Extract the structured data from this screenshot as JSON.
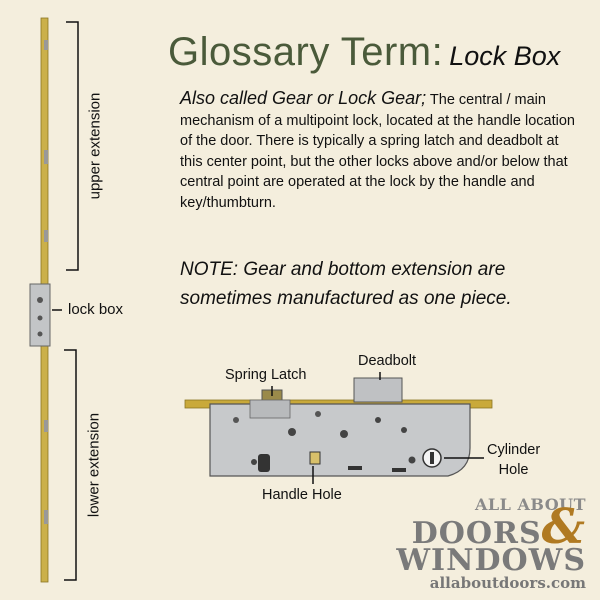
{
  "title": {
    "lead": "Glossary Term:",
    "term": "Lock Box"
  },
  "description": {
    "alt_names": "Also called Gear or Lock Gear;",
    "body": "The central / main mechanism of a multipoint lock, located at the handle location of the door. There is typically a spring latch and deadbolt at this center point, but the other locks above and/or below that central point are operated at the lock by the handle and key/thumbturn."
  },
  "note": "NOTE: Gear and bottom extension are sometimes manufactured as one piece.",
  "strip_labels": {
    "upper": "upper extension",
    "lockbox": "lock box",
    "lower": "lower extension"
  },
  "mechanism_labels": {
    "spring_latch": "Spring Latch",
    "deadbolt": "Deadbolt",
    "cylinder_line1": "Cylinder",
    "cylinder_line2": "Hole",
    "handle_hole": "Handle Hole"
  },
  "brand": {
    "line1": "ALL ABOUT",
    "doors": "DOORS",
    "amp": "&",
    "windows": "WINDOWS",
    "url": "allaboutdoors.com"
  },
  "colors": {
    "background": "#f4eedd",
    "title_green": "#4a5a3a",
    "brass": "#c9a93a",
    "steel": "#c7c9cb"
  }
}
